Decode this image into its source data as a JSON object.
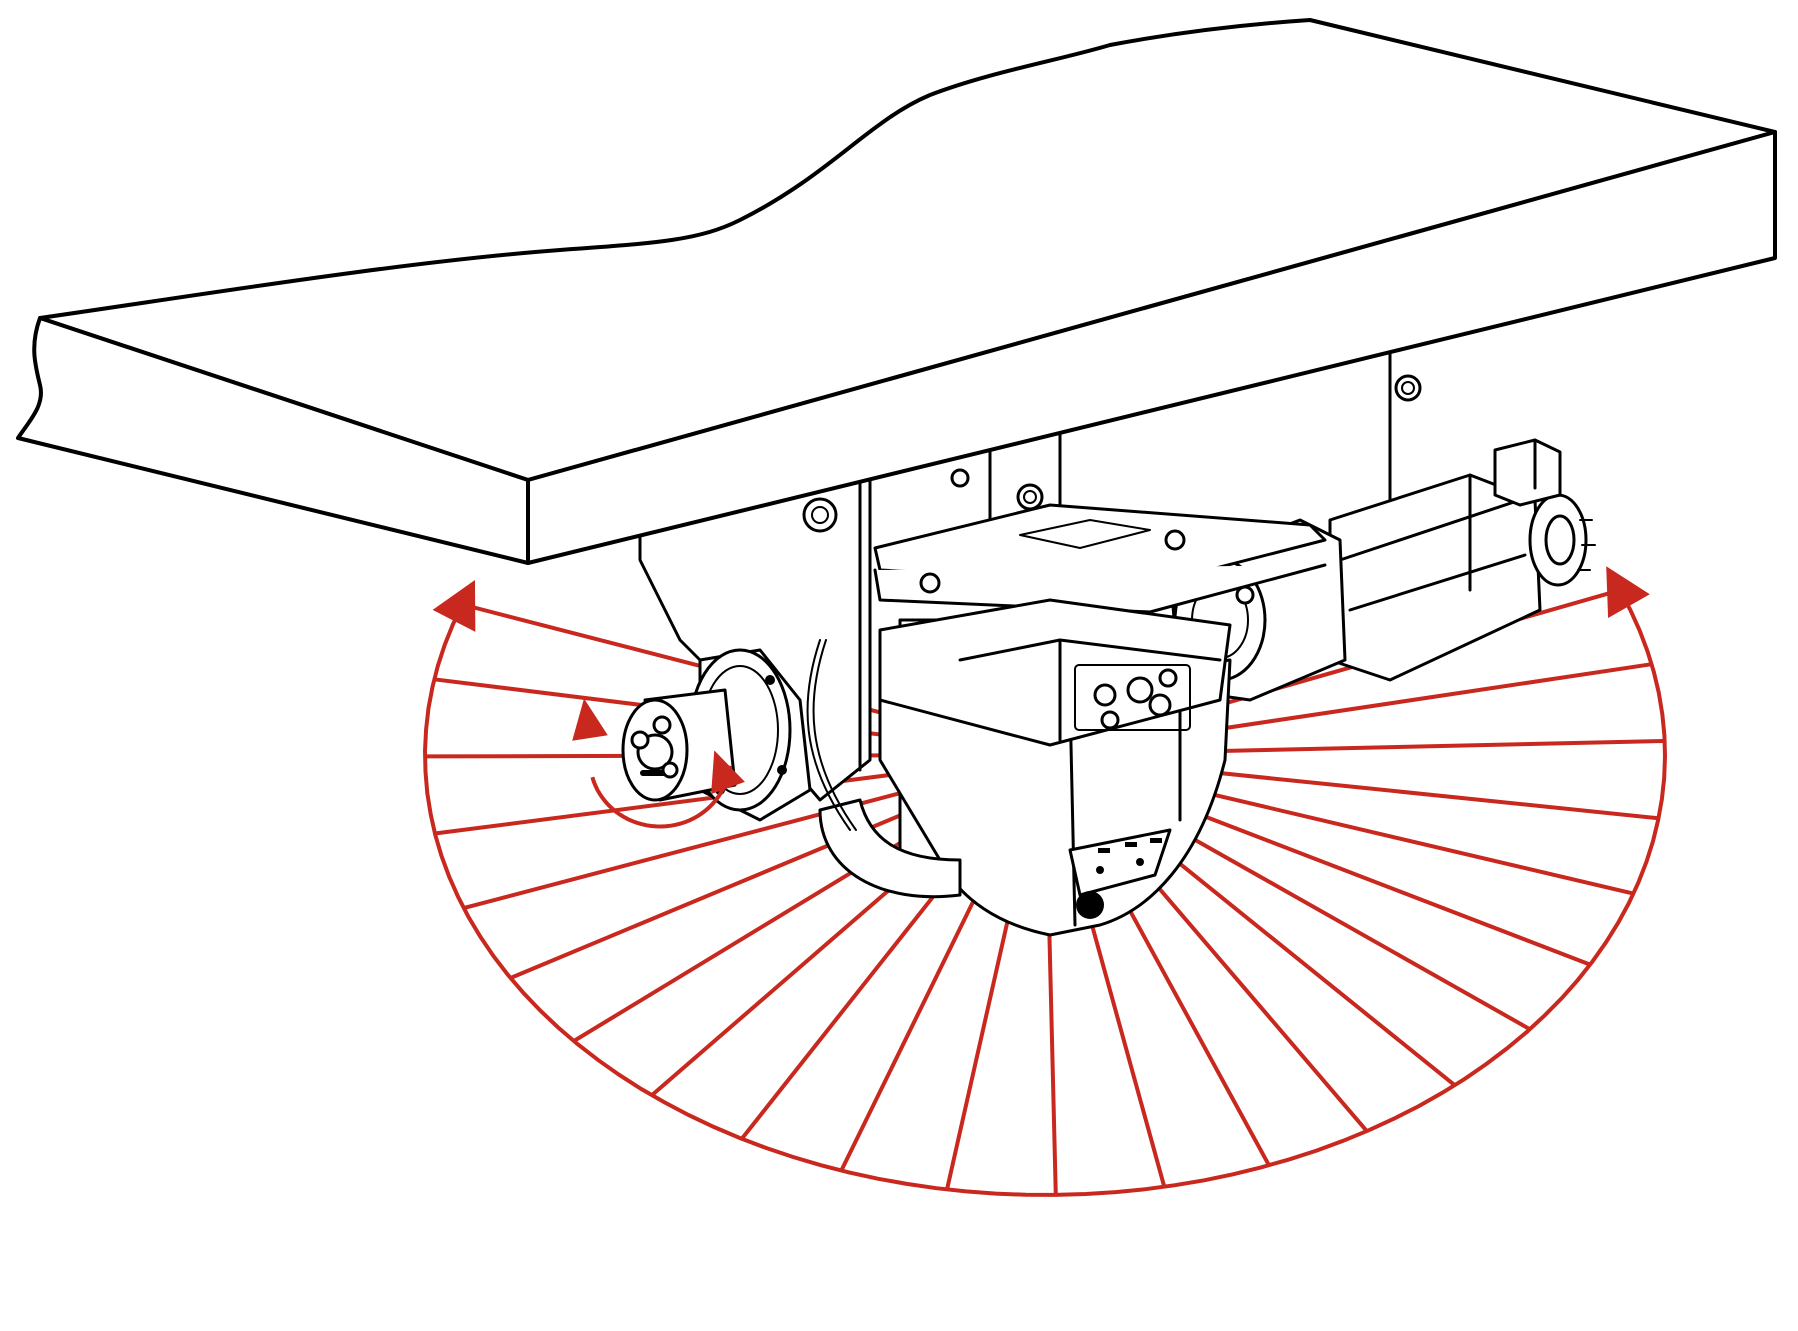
{
  "colors": {
    "line": "#000000",
    "background": "#ffffff",
    "accent": "#c8281e"
  },
  "icons": {
    "rotation_arrow": "curved-arrow",
    "sweep_arrows": "arrowheads"
  },
  "sweep": {
    "ray_count": 23
  }
}
